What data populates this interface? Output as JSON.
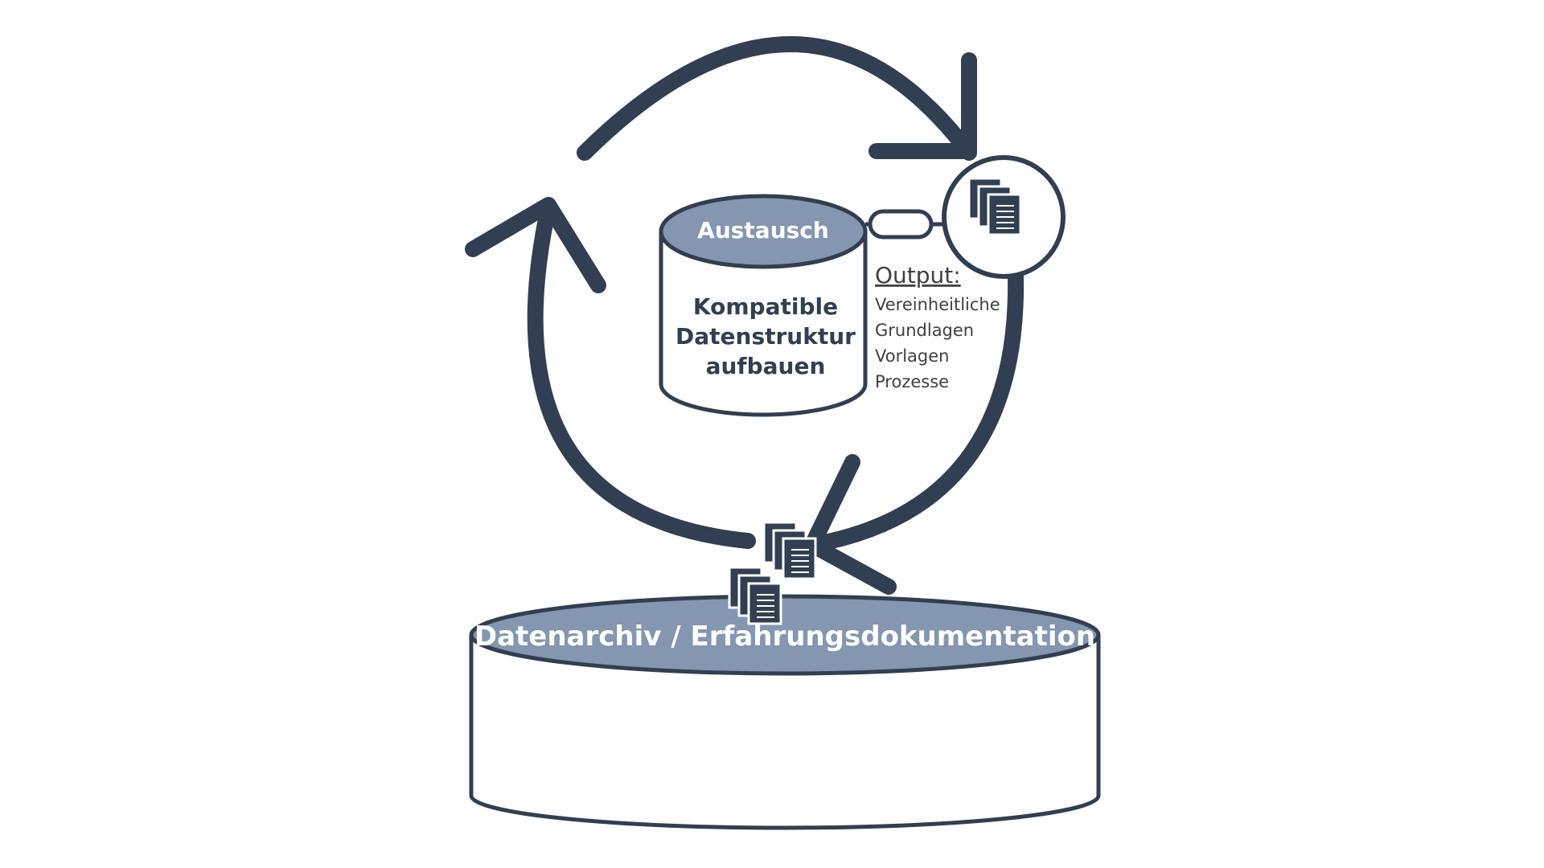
{
  "exchange": {
    "top_label": "Austausch",
    "body_lines": [
      "Kompatible",
      "Datenstruktur",
      "aufbauen"
    ]
  },
  "output": {
    "heading": "Output:",
    "items": [
      "Vereinheitliche",
      "Grundlagen",
      "Vorlagen",
      "Prozesse"
    ]
  },
  "archive": {
    "label": "Datenarchiv / Erfahrungsdokumentation"
  },
  "colors": {
    "stroke": "#323e51",
    "fill_blue": "#8496b0",
    "text_dark": "#323e51",
    "text_output": "#404040",
    "white": "#ffffff"
  },
  "icons": [
    "document-stack-icon",
    "document-stack-icon",
    "document-stack-icon",
    "cycle-arrow-icon"
  ]
}
